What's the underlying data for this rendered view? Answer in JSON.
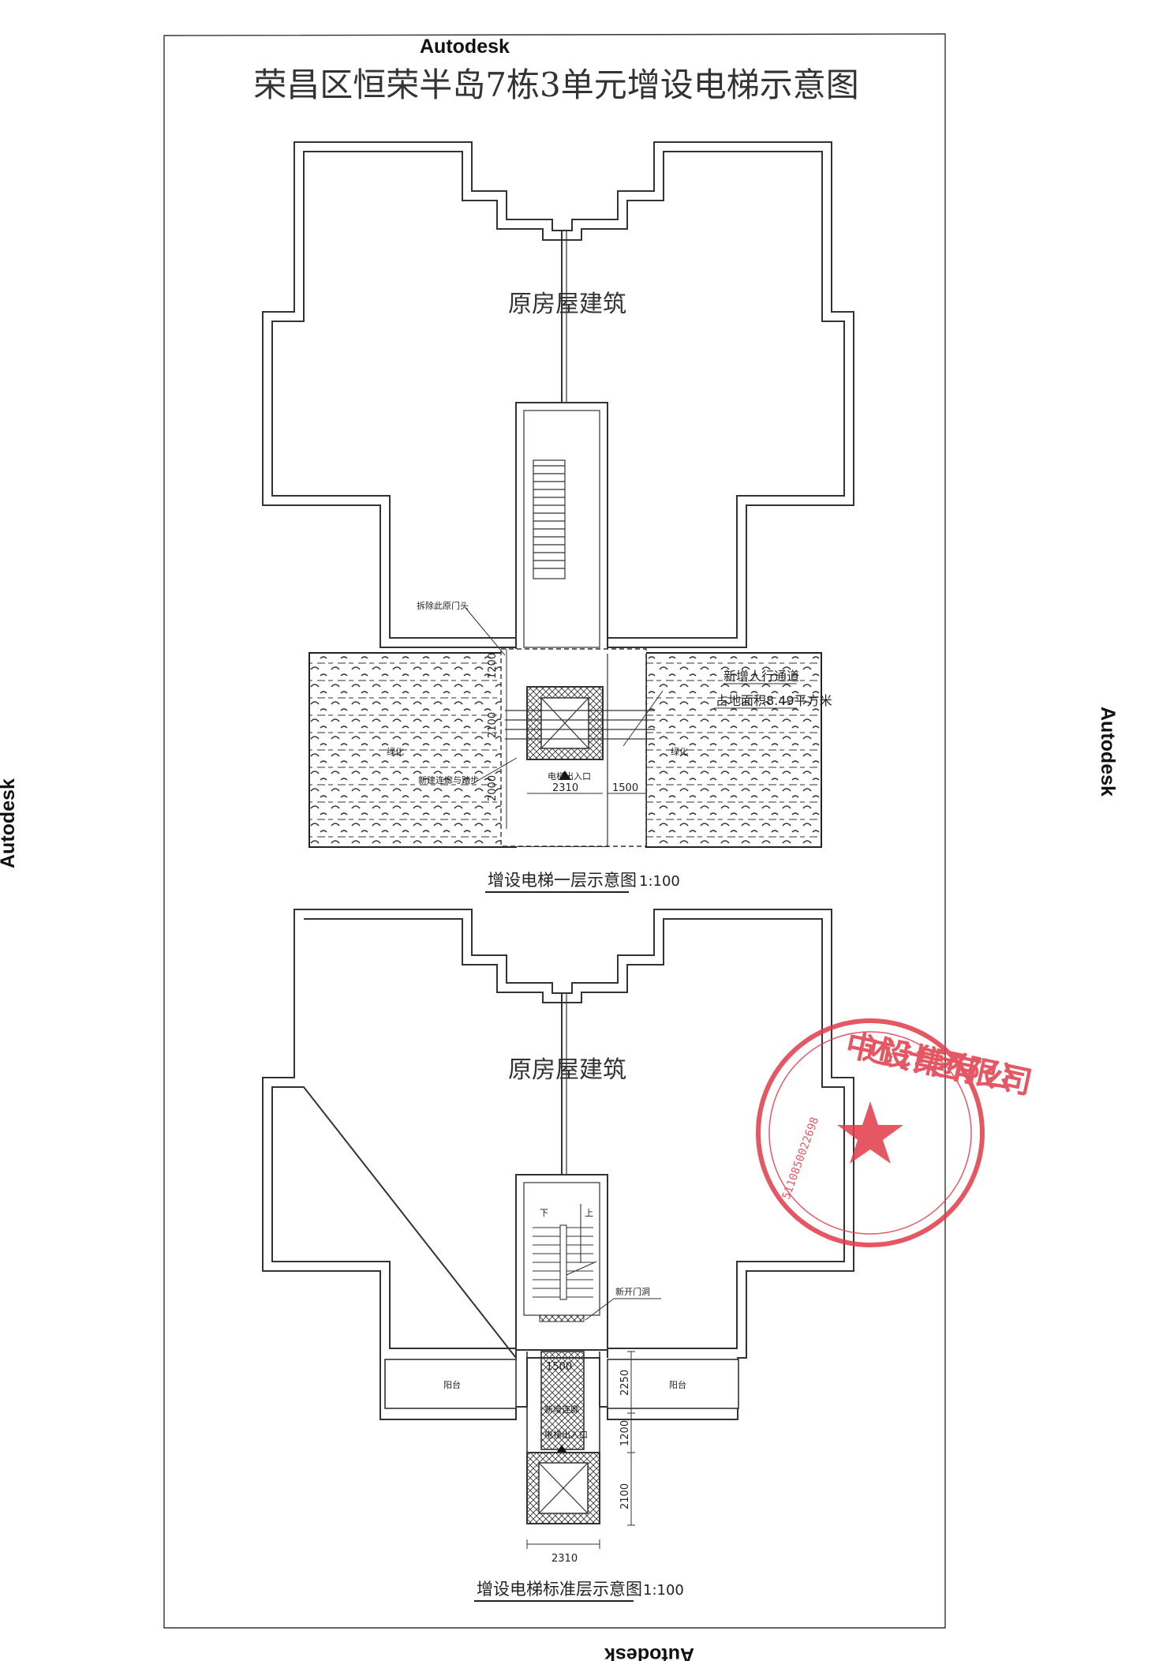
{
  "document": {
    "title": "荣昌区恒荣半岛7栋3单元增设电梯示意图",
    "watermark": "Autodesk"
  },
  "plan_ground": {
    "building_label": "原房屋建筑",
    "caption": "增设电梯一层示意图",
    "scale": "1:100",
    "annotations": {
      "demolish": "拆除此原门头",
      "new_walkway": "新增人行通道",
      "area": "占地面积8.49平方米",
      "greenery_left": "绿化",
      "greenery_right": "绿化",
      "elevator_entrance": "电梯出入口",
      "new_steps": "新建连廊与踏步"
    },
    "dimensions": {
      "d1200": "1200",
      "d2100": "2100",
      "d2000": "2000",
      "d2310": "2310",
      "d1500": "1500"
    }
  },
  "plan_standard": {
    "building_label": "原房屋建筑",
    "caption": "增设电梯标准层示意图",
    "scale": "1:100",
    "annotations": {
      "down": "下",
      "up": "上",
      "new_door": "新开门洞",
      "balcony_left": "阳台",
      "balcony_right": "阳台",
      "new_corridor": "新增连廊",
      "elevator_entrance": "电梯出入口"
    },
    "dimensions": {
      "d1500": "1500",
      "d2250": "2250",
      "d1200": "1200",
      "d2100": "2100",
      "d2310": "2310"
    }
  },
  "seal": {
    "text": "中述设计集团有限公司",
    "number": "5110850022698",
    "color": "#e23a4a"
  }
}
